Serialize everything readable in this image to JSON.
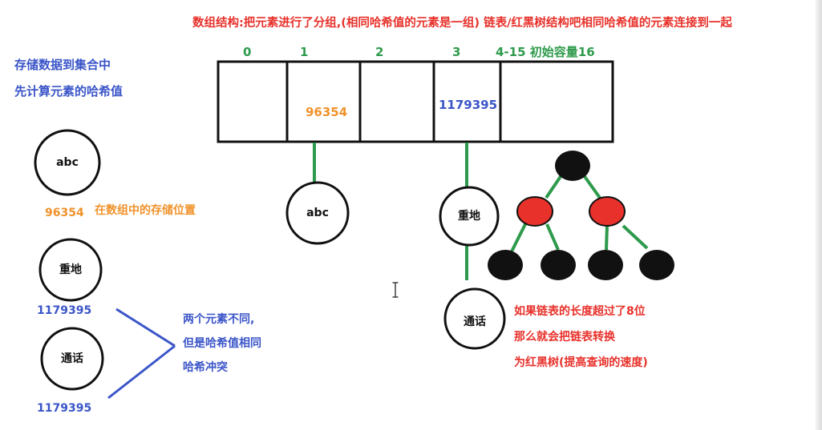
{
  "texts": {
    "title": "数组结构:把元素进行了分组,(相同哈希值的元素是一组) 链表/红黑树结构吧相同哈希值的元素连接到一起",
    "store_line1": "存储数据到集合中",
    "store_line2": "先计算元素的哈希值",
    "storage_pos": "在数组中的存储位置",
    "conflict_line1": "两个元素不同,",
    "conflict_line2": "但是哈希值相同",
    "conflict_line3": "哈希冲突",
    "tree_line1": "如果链表的长度超过了8位",
    "tree_line2": "那么就会把链表转换",
    "tree_line3": "为红黑树(提高查询的速度)"
  },
  "array": {
    "indices": [
      "0",
      "1",
      "2",
      "3"
    ],
    "range_label": "4-15 初始容量16",
    "cell_values": [
      "",
      "96354",
      "",
      "1179395",
      ""
    ]
  },
  "elements": {
    "abc": "abc",
    "abc_hash": "96354",
    "zhongdi": "重地",
    "zhongdi_hash": "1179395",
    "tonghua": "通话",
    "tonghua_hash": "1179395"
  },
  "colors": {
    "red": "#e8312b",
    "blue": "#3a55c8",
    "green": "#2e9a4c",
    "orange": "#f0922b",
    "black": "#111111",
    "tree_red": "#e8312b"
  },
  "icons": {
    "cursor": "text-cursor-icon"
  }
}
